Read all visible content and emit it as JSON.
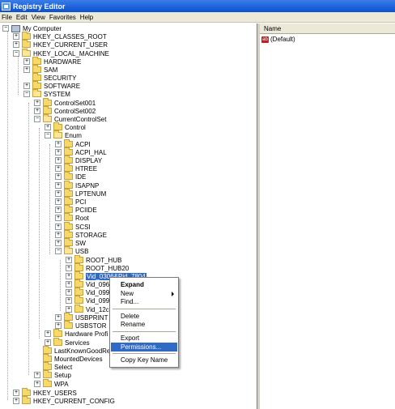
{
  "window": {
    "title": "Registry Editor"
  },
  "menu": [
    "File",
    "Edit",
    "View",
    "Favorites",
    "Help"
  ],
  "tree": {
    "root": "My Computer",
    "nodes": [
      "HKEY_CLASSES_ROOT",
      "HKEY_CURRENT_USER",
      "HKEY_LOCAL_MACHINE",
      "HARDWARE",
      "SAM",
      "SECURITY",
      "SOFTWARE",
      "SYSTEM",
      "ControlSet001",
      "ControlSet002",
      "CurrentControlSet",
      "Control",
      "Enum",
      "ACPI",
      "ACPI_HAL",
      "DISPLAY",
      "HTREE",
      "IDE",
      "ISAPNP",
      "LPTENUM",
      "PCI",
      "PCIIDE",
      "Root",
      "SCSI",
      "STORAGE",
      "SW",
      "USB",
      "ROOT_HUB",
      "ROOT_HUB20",
      "Vid_0306&Pid_7804",
      "Vid_096",
      "Vid_099",
      "Vid_099",
      "Vid_12c",
      "USBPRINT",
      "USBSTOR",
      "Hardware Profi",
      "Services",
      "LastKnownGoodRe",
      "MountedDevices",
      "Select",
      "Setup",
      "WPA",
      "HKEY_USERS",
      "HKEY_CURRENT_CONFIG"
    ]
  },
  "right_pane": {
    "column_name": "Name",
    "value_name": "(Default)",
    "value_icon": "string-value-icon"
  },
  "context_menu": {
    "items": [
      "Expand",
      "New",
      "Find...",
      "Delete",
      "Rename",
      "Export",
      "Permissions...",
      "Copy Key Name"
    ],
    "highlighted": "Permissions..."
  },
  "colors": {
    "title_bar": "#0a4fd0",
    "selection": "#316ac5",
    "menu_bg": "#ece9d8"
  }
}
